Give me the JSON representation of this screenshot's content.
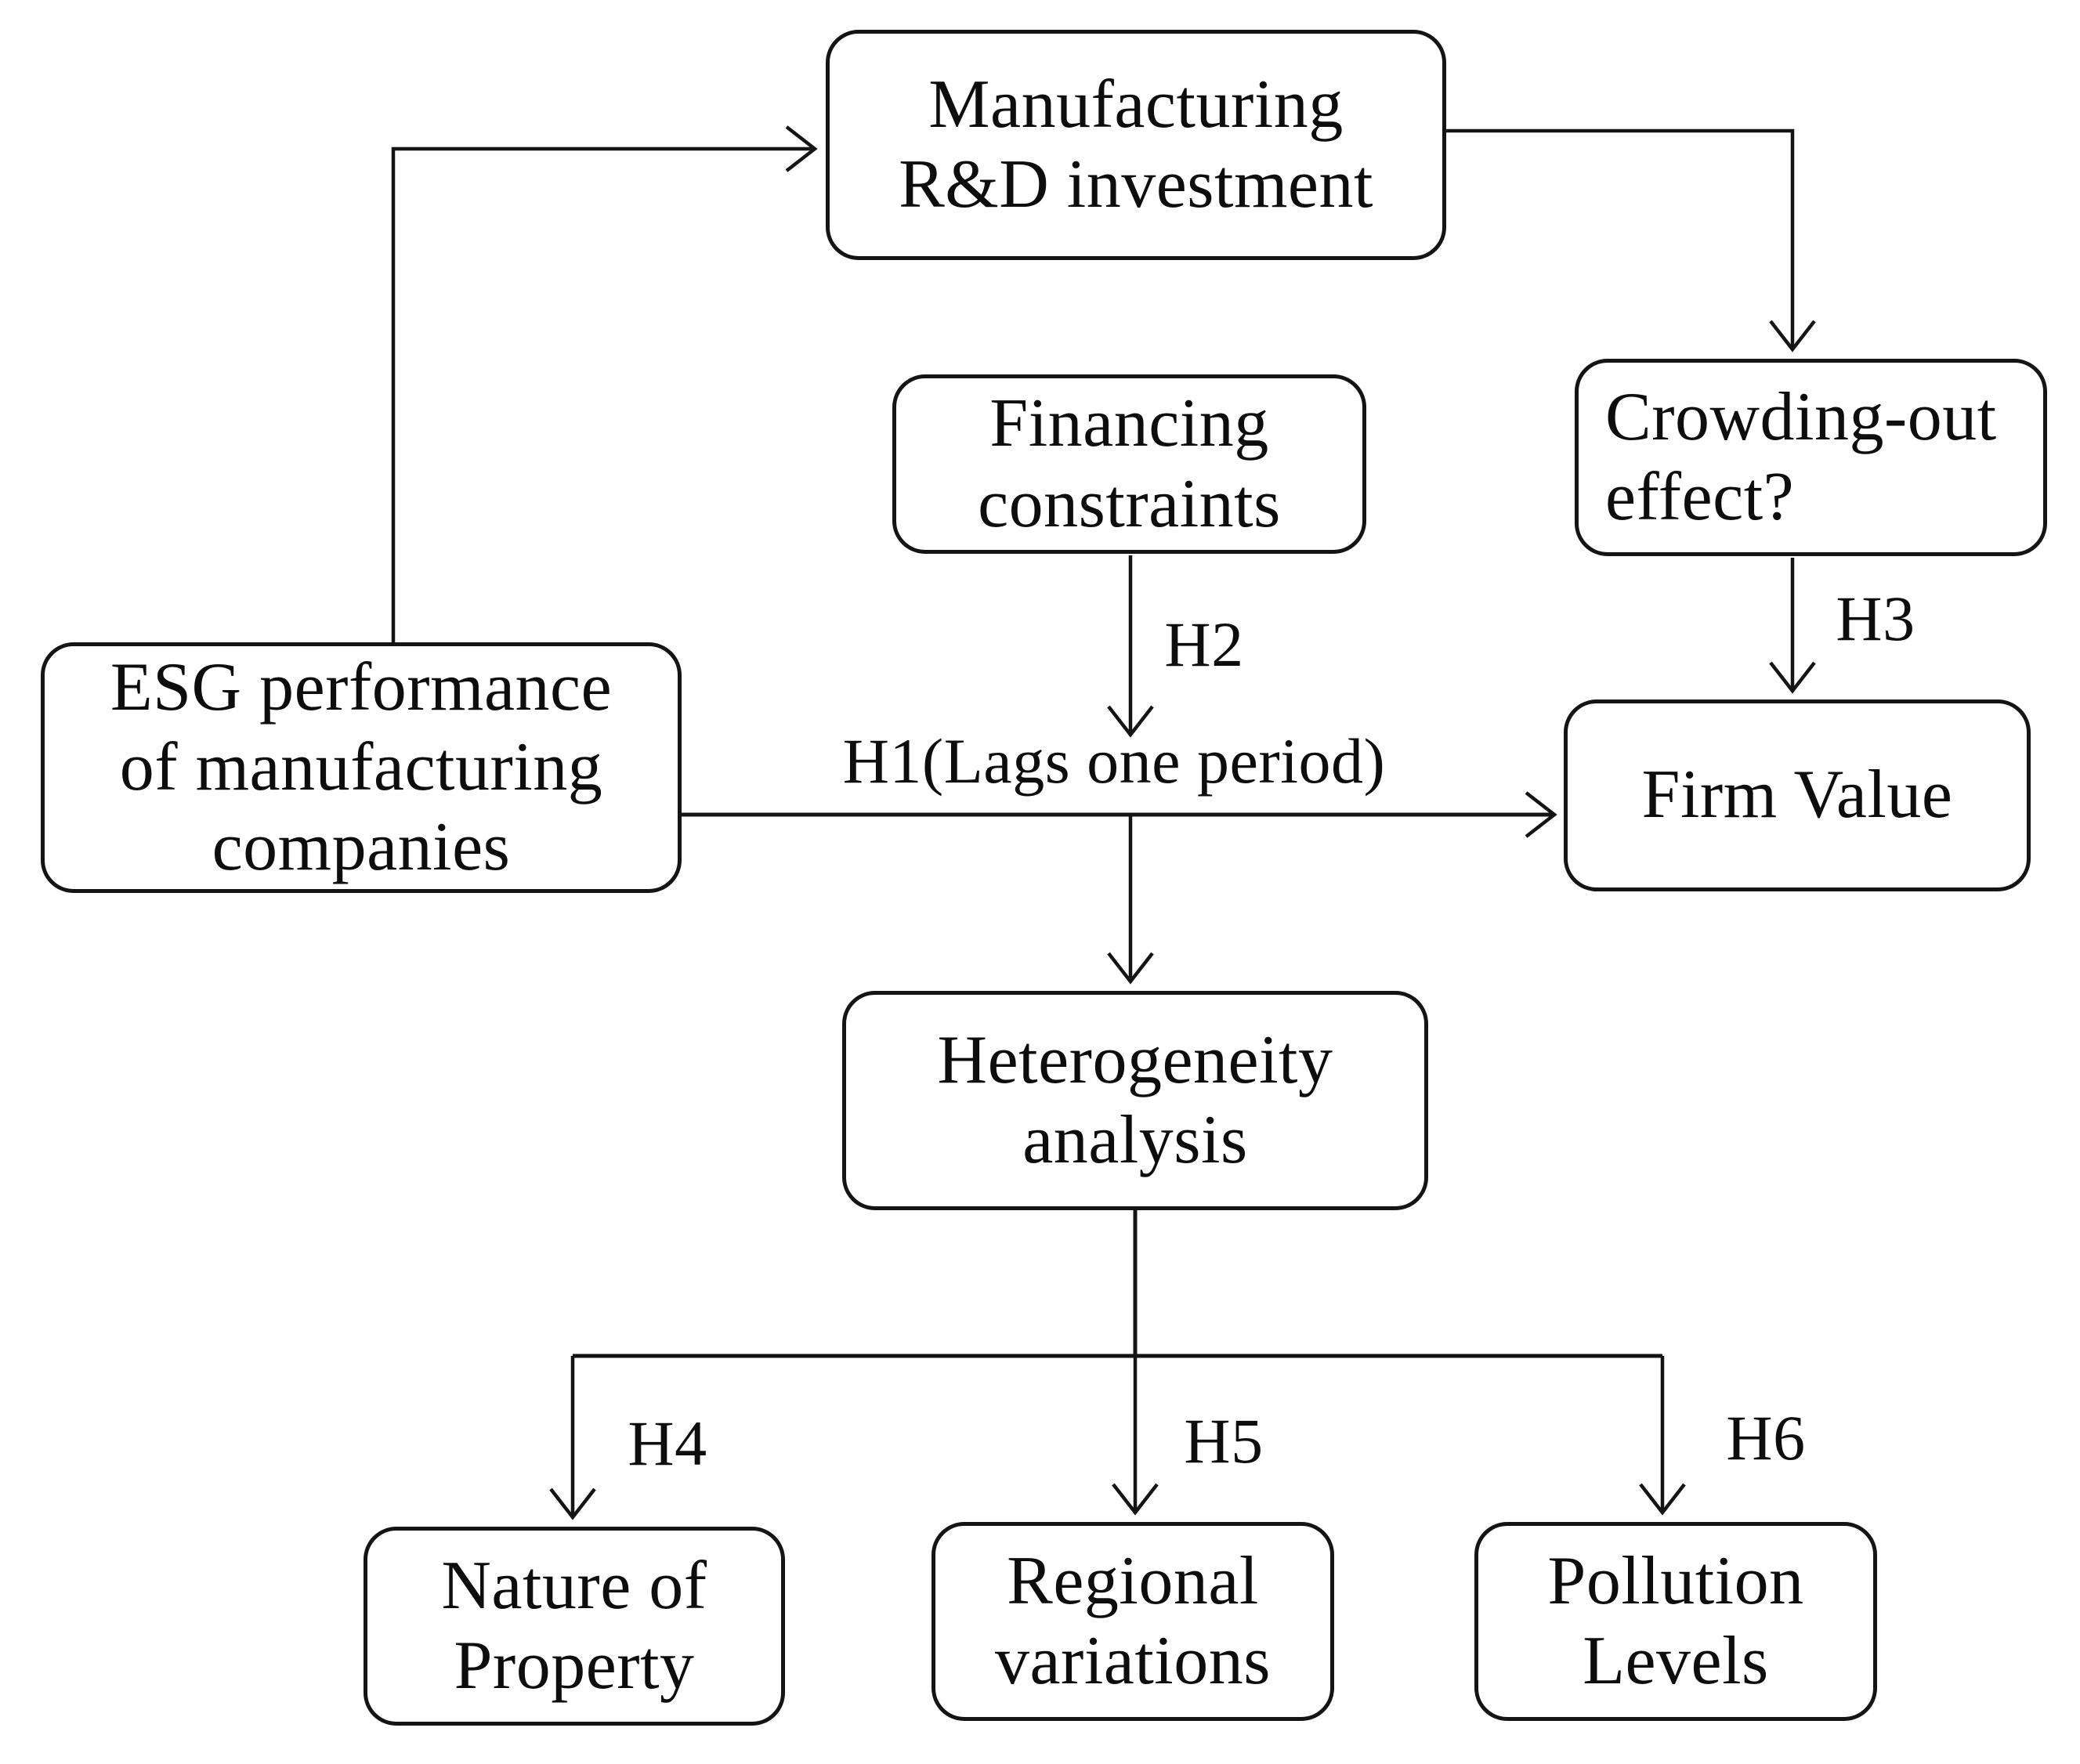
{
  "figure": {
    "type": "flowchart",
    "background_color": "#ffffff",
    "line_color": "#141414",
    "text_color": "#0d0d0d"
  },
  "nodes": {
    "manufacturing_rd": {
      "label": "Manufacturing\nR&D investment"
    },
    "financing": {
      "label": "Financing\nconstraints"
    },
    "crowding_out": {
      "label": "Crowding-out\neffect?"
    },
    "esg": {
      "label": "ESG performance\nof manufacturing\ncompanies"
    },
    "firm_value": {
      "label": "Firm Value"
    },
    "heterogeneity": {
      "label": "Heterogeneity\nanalysis"
    },
    "nature_property": {
      "label": "Nature of\nProperty"
    },
    "regional": {
      "label": "Regional\nvariations"
    },
    "pollution": {
      "label": "Pollution\nLevels"
    }
  },
  "edge_labels": {
    "h1": "H1(Lags one period)",
    "h2": "H2",
    "h3": "H3",
    "h4": "H4",
    "h5": "H5",
    "h6": "H6"
  }
}
